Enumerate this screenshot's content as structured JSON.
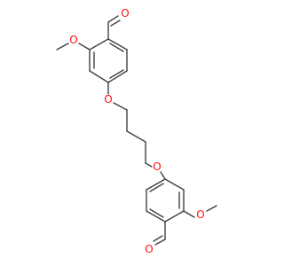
{
  "atoms": {
    "o_aldehyde_top": "O",
    "o_methoxy_top": "O",
    "o_ether_top": "O",
    "o_ether_bottom": "O",
    "o_methoxy_bottom": "O",
    "o_aldehyde_bottom": "O"
  },
  "colors": {
    "bond": "#404040",
    "oxygen": "#ff0d0d",
    "background": "#ffffff"
  }
}
